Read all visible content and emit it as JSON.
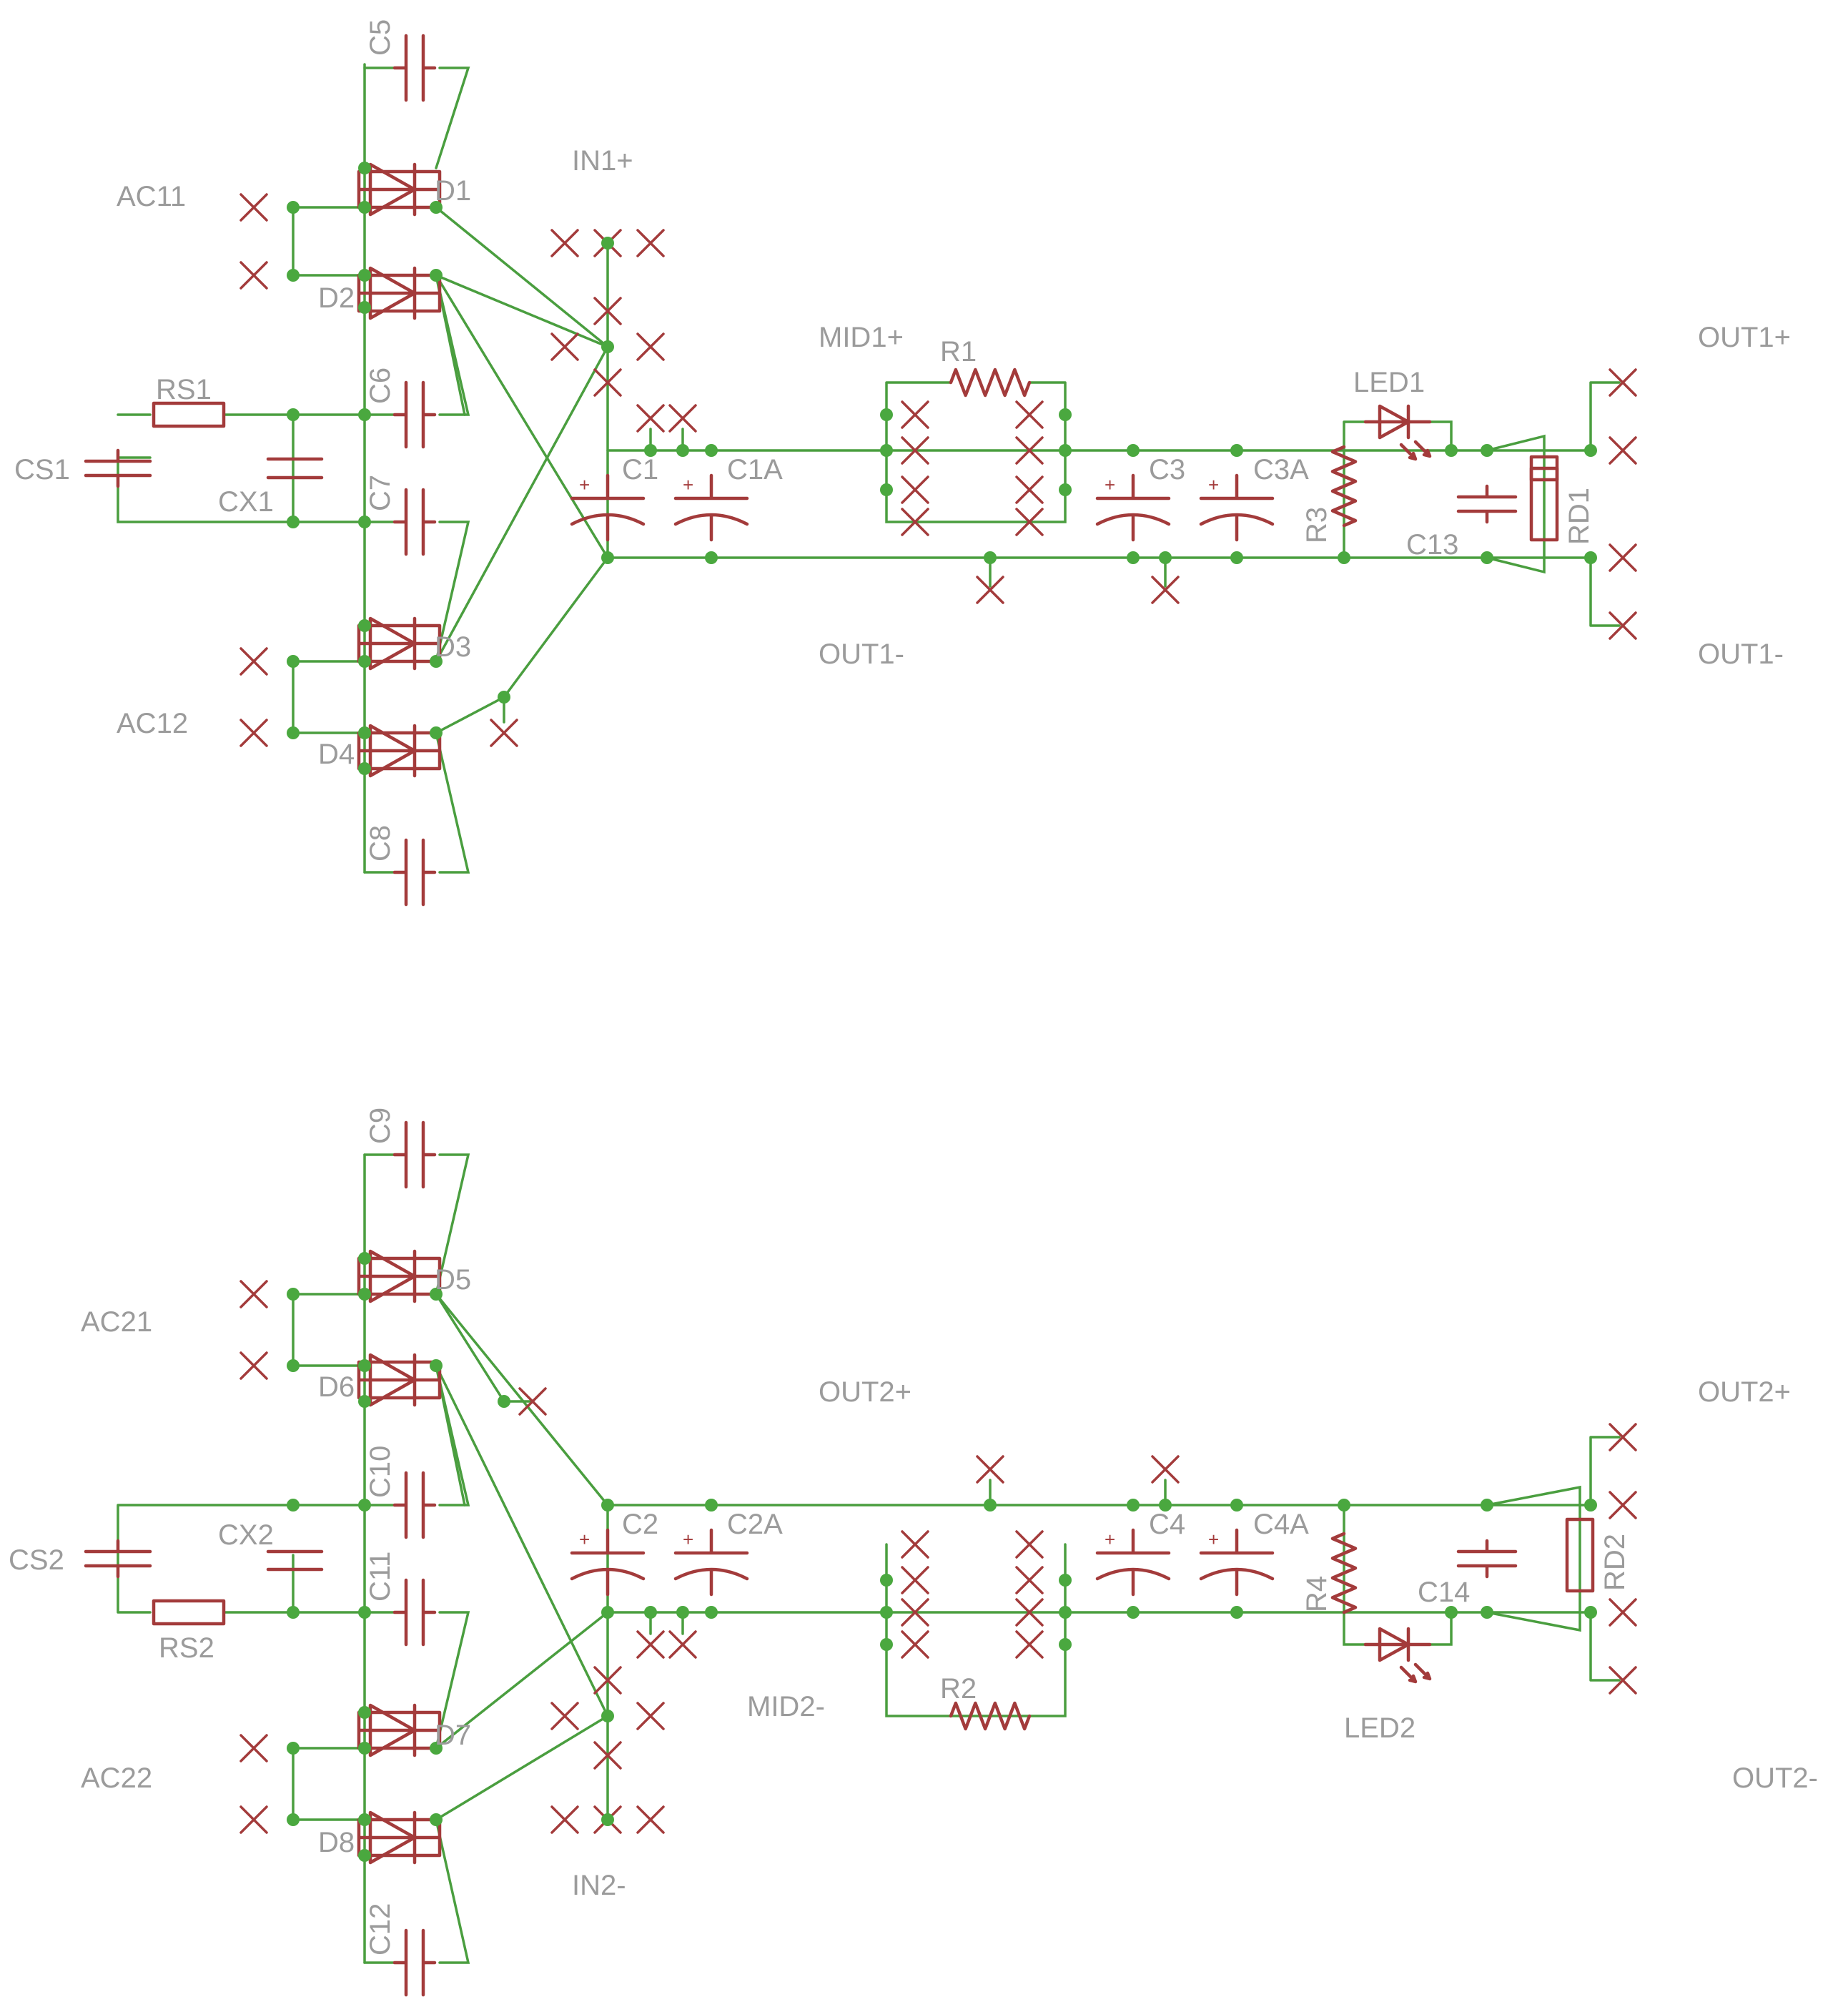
{
  "labels": {
    "ac11": "AC11",
    "ac12": "AC12",
    "ac21": "AC21",
    "ac22": "AC22",
    "in1p": "IN1+",
    "in2m": "IN2-",
    "mid1p": "MID1+",
    "mid2m": "MID2-",
    "out1p_top": "OUT1+",
    "out1m_mid": "OUT1-",
    "out1m_right": "OUT1-",
    "out2p_mid": "OUT2+",
    "out2p_right": "OUT2+",
    "out2m_right": "OUT2-",
    "cs1": "CS1",
    "cs2": "CS2",
    "rs1": "RS1",
    "rs2": "RS2",
    "cx1": "CX1",
    "cx2": "CX2",
    "c1": "C1",
    "c1a": "C1A",
    "c2": "C2",
    "c2a": "C2A",
    "c3": "C3",
    "c3a": "C3A",
    "c4": "C4",
    "c4a": "C4A",
    "c5": "C5",
    "c6": "C6",
    "c7": "C7",
    "c8": "C8",
    "c9": "C9",
    "c10": "C10",
    "c11": "C11",
    "c12": "C12",
    "c13": "C13",
    "c14": "C14",
    "r1": "R1",
    "r2": "R2",
    "r3": "R3",
    "r4": "R4",
    "rd1": "RD1",
    "rd2": "RD2",
    "led1": "LED1",
    "led2": "LED2",
    "d1": "D1",
    "d2": "D2",
    "d3": "D3",
    "d4": "D4",
    "d5": "D5",
    "d6": "D6",
    "d7": "D7",
    "d8": "D8"
  },
  "colors": {
    "wire": "#4a9e3f",
    "junction": "#4aa83f",
    "part": "#a33b3b",
    "label": "#9b9b9b"
  }
}
